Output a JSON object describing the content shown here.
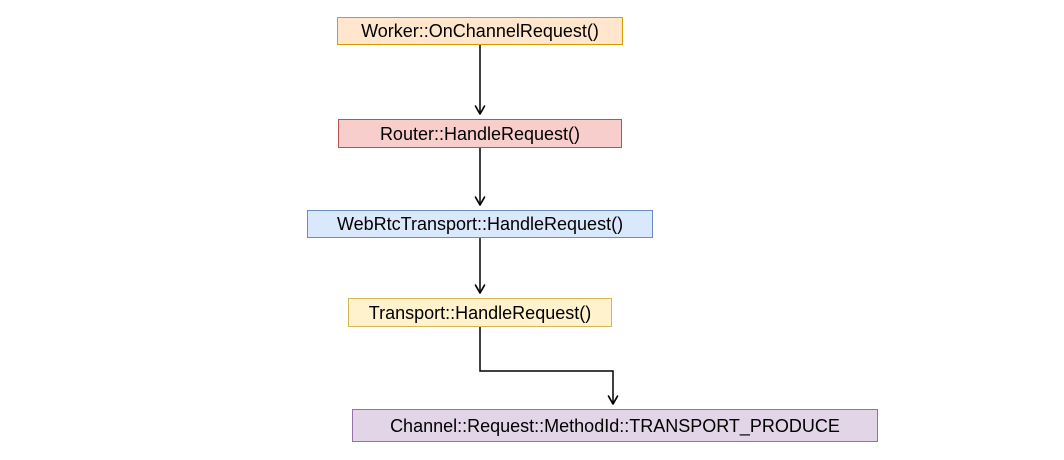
{
  "diagram": {
    "background": "#ffffff",
    "arrow_color": "#000000",
    "nodes": [
      {
        "id": "worker-onchannelrequest",
        "label": "Worker::OnChannelRequest()",
        "fill": "#ffe6cc",
        "stroke": "#d79b00"
      },
      {
        "id": "router-handlerequest",
        "label": "Router::HandleRequest()",
        "fill": "#f8cecc",
        "stroke": "#b85450"
      },
      {
        "id": "webrtctransport-handlerequest",
        "label": "WebRtcTransport::HandleRequest()",
        "fill": "#dae8fc",
        "stroke": "#6c8ebf"
      },
      {
        "id": "transport-handlerequest",
        "label": "Transport::HandleRequest()",
        "fill": "#fff2cc",
        "stroke": "#d6b656"
      },
      {
        "id": "channel-request-methodid",
        "label": "Channel::Request::MethodId::TRANSPORT_PRODUCE",
        "fill": "#e1d5e7",
        "stroke": "#9673a6"
      }
    ],
    "edges": [
      {
        "from": "worker-onchannelrequest",
        "to": "router-handlerequest"
      },
      {
        "from": "router-handlerequest",
        "to": "webrtctransport-handlerequest"
      },
      {
        "from": "webrtctransport-handlerequest",
        "to": "transport-handlerequest"
      },
      {
        "from": "transport-handlerequest",
        "to": "channel-request-methodid"
      }
    ]
  }
}
